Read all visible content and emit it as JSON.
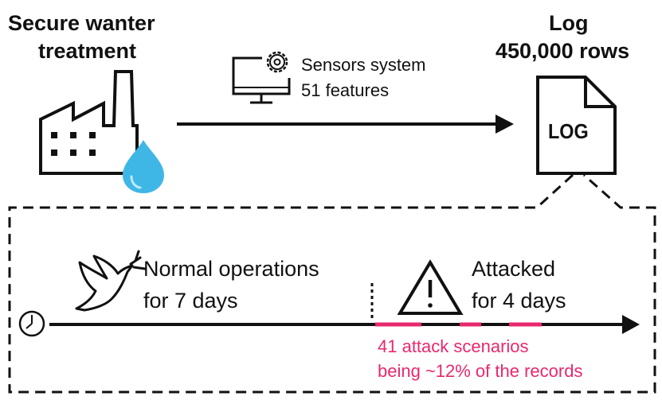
{
  "source": {
    "title_line1": "Secure wanter",
    "title_line2": "treatment",
    "icon": "factory-icon",
    "drop_icon": "water-drop-icon",
    "drop_color": "#3fb7e6"
  },
  "sensors": {
    "line1": "Sensors system",
    "line2": "51 features",
    "icon": "computer-gear-icon"
  },
  "log": {
    "title_line1": "Log",
    "title_line2": "450,000 rows",
    "doc_label": "LOG",
    "icon": "log-document-icon"
  },
  "timeline": {
    "clock_icon": "clock-icon",
    "normal_line1": "Normal operations",
    "normal_line2": "for 7 days",
    "normal_icon": "dove-icon",
    "attack_line1": "Attacked",
    "attack_line2": "for 4 days",
    "attack_icon": "warning-triangle-icon",
    "attack_note_line1": "41 attack scenarios",
    "attack_note_line2": "being ~12% of the records",
    "attack_color": "#e8286e"
  }
}
